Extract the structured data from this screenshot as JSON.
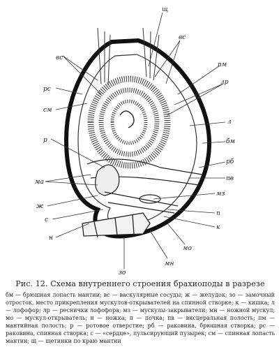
{
  "labels": {
    "sch": "щ",
    "vs_top": "вс",
    "vs_left": "вс",
    "pm": "пм",
    "lr": "лр",
    "rs": "рс",
    "sm": "см",
    "l": "л",
    "bm": "бм",
    "r": "р",
    "rb": "рб",
    "ma": "ма",
    "pv": "пв",
    "mz": "мз",
    "zh": "ж",
    "s": "с",
    "p": "п",
    "n": "н",
    "k": "к",
    "mo": "мо",
    "mn": "мн",
    "zo": "зо"
  },
  "caption": "Рис. 12. Схема внутреннего строения брахиоподы в разрезе",
  "legend": "бм — брюшная лопасть мантии; вс — васкулярные сосуды; ж — желудок; зо — замочный отросток, место прикрепления мускулов-открывателей на спинной створке; к — кишка; л — лофофор; лр — реснички лофофора; мз — мускулы-закрыватели; мн — ножной мускул; мо — мускул-открыватель; н — ножка; п — почка; пв — висцеральная полость; пм — мантийная полость; р — ротовое отверстие; рб — раковина, брюшная створка; рс — раковина, спинная створка; с — «сердце», пульсирующий пузырек; см — спинная лопасть мантии; щ — щетинки по краю мантии"
}
